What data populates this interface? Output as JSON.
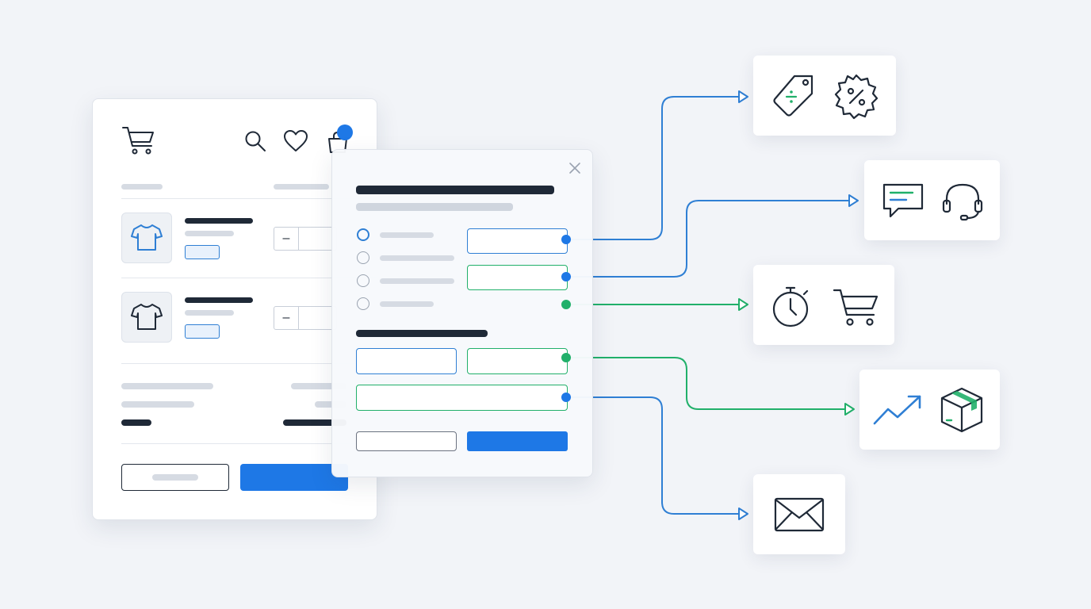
{
  "colors": {
    "background": "#f2f4f8",
    "card": "#ffffff",
    "dark_text_bar": "#1f2937",
    "placeholder_bar": "#cfd5de",
    "accent_blue": "#1e78e6",
    "connector_blue": "#2f7fd4",
    "connector_green": "#21b06a",
    "icon_stroke": "#1f2937"
  },
  "cart_panel": {
    "header_icons": [
      "cart-icon",
      "search-icon",
      "heart-icon",
      "shopping-bag-icon"
    ],
    "notification_dot": true,
    "items": [
      {
        "icon": "tshirt-icon",
        "quantity_minus": "–"
      },
      {
        "icon": "tshirt-icon",
        "quantity_minus": "–"
      }
    ]
  },
  "form_dialog": {
    "close_icon": "close-icon",
    "radio_options": 4,
    "selected_radio": 0
  },
  "connections": [
    {
      "from": "form-field-1",
      "to": "promotions-card",
      "color": "blue"
    },
    {
      "from": "form-field-2",
      "to": "support-card",
      "color": "blue"
    },
    {
      "from": "radio-group",
      "to": "quick-checkout-card",
      "color": "green"
    },
    {
      "from": "form-field-4",
      "to": "shipping-card",
      "color": "green"
    },
    {
      "from": "form-field-5",
      "to": "email-card",
      "color": "blue"
    }
  ],
  "destination_cards": [
    {
      "name": "promotions-card",
      "icons": [
        "discount-tag-icon",
        "percent-badge-icon"
      ]
    },
    {
      "name": "support-card",
      "icons": [
        "chat-bubble-icon",
        "headset-icon"
      ]
    },
    {
      "name": "quick-checkout-card",
      "icons": [
        "stopwatch-icon",
        "cart-icon"
      ]
    },
    {
      "name": "shipping-card",
      "icons": [
        "trend-up-icon",
        "package-icon"
      ]
    },
    {
      "name": "email-card",
      "icons": [
        "envelope-icon"
      ]
    }
  ]
}
